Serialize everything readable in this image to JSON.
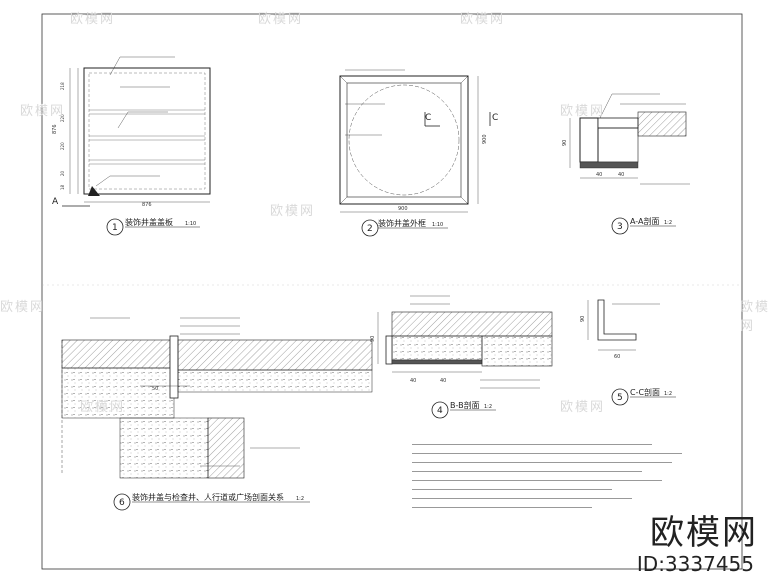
{
  "drawings": {
    "d1": {
      "num": "1",
      "title": "装饰井盖盖板",
      "scale": "1:10"
    },
    "d2": {
      "num": "2",
      "title": "装饰井盖外框",
      "scale": "1:10"
    },
    "d3": {
      "num": "3",
      "title": "A-A剖面",
      "scale": "1:2"
    },
    "d4": {
      "num": "4",
      "title": "B-B剖面",
      "scale": "1:2"
    },
    "d5": {
      "num": "5",
      "title": "C-C剖面",
      "scale": "1:2"
    },
    "d6": {
      "num": "6",
      "title": "装饰井盖与检查井、人行道或广场剖面关系",
      "scale": "1:2"
    }
  },
  "dims": {
    "d1_width": "876",
    "d1_height": "876",
    "d1_small": "20",
    "d1_small2": "18",
    "d1_seg1": "218",
    "d1_seg2": "220",
    "d1_seg3": "220",
    "d2_width": "900",
    "d2_height": "900",
    "d3_40a": "40",
    "d3_40b": "40",
    "d3_90": "90",
    "d4_40a": "40",
    "d4_40b": "40",
    "d4_90": "90",
    "d5_60": "60",
    "d5_90": "90",
    "d6_50": "50"
  },
  "markers": {
    "A": "A",
    "C1": "C",
    "C2": "C"
  },
  "brand": {
    "name": "欧模网",
    "id": "ID:3337455"
  },
  "watermark": "欧模网"
}
